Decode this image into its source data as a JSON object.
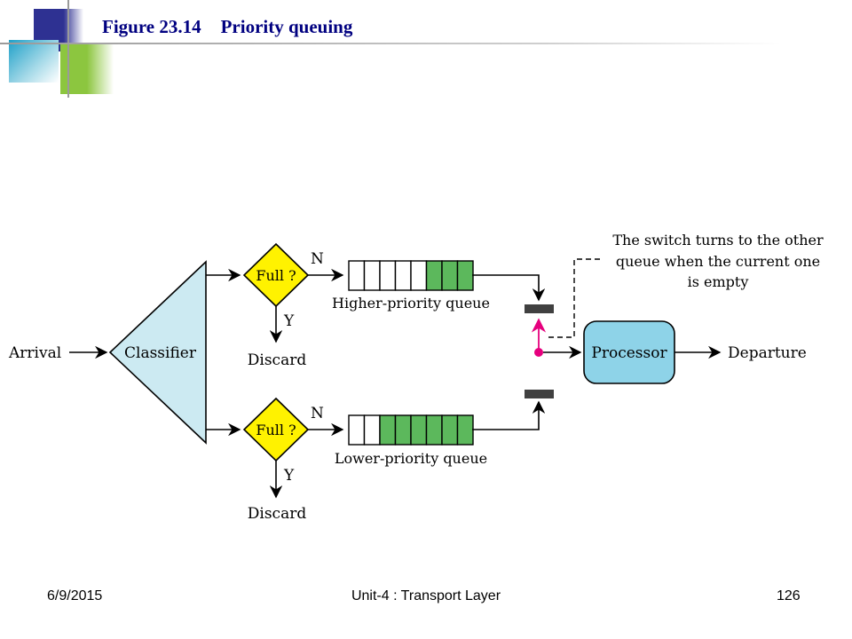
{
  "slide": {
    "figure_number": "Figure 23.14",
    "figure_title": "Priority queuing",
    "accent_colors": [
      "#2e3192",
      "#8cc63f",
      "#1fa0c8"
    ]
  },
  "diagram": {
    "arrival": "Arrival",
    "classifier": "Classifier",
    "full_high": "Full ?",
    "full_low": "Full ?",
    "yes_high": "Y",
    "no_high": "N",
    "yes_low": "Y",
    "no_low": "N",
    "discard_high": "Discard",
    "discard_low": "Discard",
    "higher_queue_label": "Higher-priority queue",
    "lower_queue_label": "Lower-priority queue",
    "higher_queue_filled_slots": 3,
    "lower_queue_filled_slots": 6,
    "queue_slots": 8,
    "processor": "Processor",
    "departure": "Departure",
    "note_lines": [
      "The switch turns to the other",
      "queue when the current one",
      "is empty"
    ],
    "colors": {
      "classifier": "#cceaf2",
      "diamond": "#fff200",
      "queue_fill": "#5cb85c",
      "processor": "#8ed3e8",
      "switch_arrow": "#e6007e"
    }
  },
  "footer": {
    "date": "6/9/2015",
    "center": "Unit-4 : Transport Layer",
    "page": "126"
  }
}
